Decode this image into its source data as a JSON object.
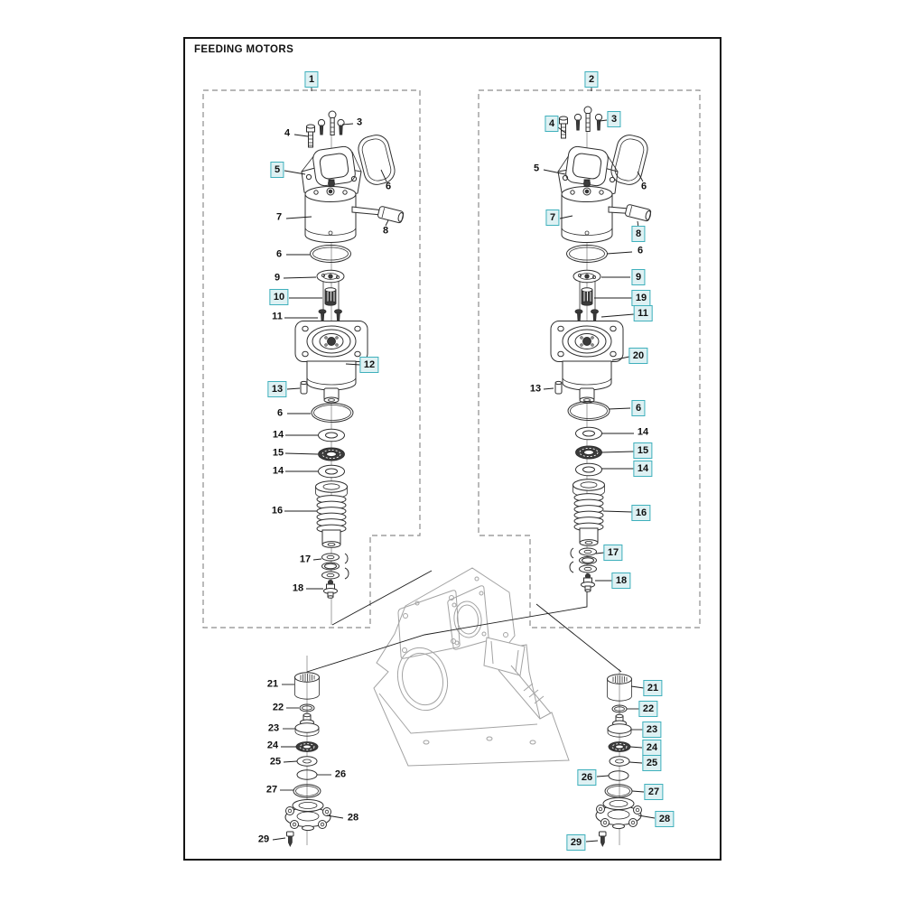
{
  "title": "FEEDING MOTORS",
  "colors": {
    "highlight_border": "#3fb0bc",
    "highlight_fill": "#def1f3",
    "drawing_line": "#2e2e2e",
    "housing_line": "#a3a3a3",
    "frame": "#141414"
  },
  "assembly1": {
    "box_label": "1",
    "callouts": [
      {
        "n": "4",
        "hl": false
      },
      {
        "n": "3",
        "hl": false
      },
      {
        "n": "5",
        "hl": true
      },
      {
        "n": "6",
        "hl": false
      },
      {
        "n": "7",
        "hl": false
      },
      {
        "n": "8",
        "hl": false
      },
      {
        "n": "6",
        "hl": false
      },
      {
        "n": "9",
        "hl": false
      },
      {
        "n": "10",
        "hl": true
      },
      {
        "n": "11",
        "hl": false
      },
      {
        "n": "12",
        "hl": true
      },
      {
        "n": "13",
        "hl": true
      },
      {
        "n": "6",
        "hl": false
      },
      {
        "n": "14",
        "hl": false
      },
      {
        "n": "15",
        "hl": false
      },
      {
        "n": "14",
        "hl": false
      },
      {
        "n": "16",
        "hl": false
      },
      {
        "n": "17",
        "hl": false
      },
      {
        "n": "18",
        "hl": false
      }
    ]
  },
  "assembly2": {
    "box_label": "2",
    "callouts": [
      {
        "n": "4",
        "hl": true
      },
      {
        "n": "3",
        "hl": true
      },
      {
        "n": "5",
        "hl": false
      },
      {
        "n": "6",
        "hl": false
      },
      {
        "n": "7",
        "hl": true
      },
      {
        "n": "8",
        "hl": true
      },
      {
        "n": "6",
        "hl": false
      },
      {
        "n": "9",
        "hl": true
      },
      {
        "n": "19",
        "hl": true
      },
      {
        "n": "11",
        "hl": true
      },
      {
        "n": "20",
        "hl": true
      },
      {
        "n": "13",
        "hl": false
      },
      {
        "n": "6",
        "hl": true
      },
      {
        "n": "14",
        "hl": false
      },
      {
        "n": "15",
        "hl": true
      },
      {
        "n": "14",
        "hl": true
      },
      {
        "n": "16",
        "hl": true
      },
      {
        "n": "17",
        "hl": true
      },
      {
        "n": "18",
        "hl": true
      }
    ]
  },
  "bottom_left_stack": {
    "callouts": [
      {
        "n": "21",
        "hl": false
      },
      {
        "n": "22",
        "hl": false
      },
      {
        "n": "23",
        "hl": false
      },
      {
        "n": "24",
        "hl": false
      },
      {
        "n": "25",
        "hl": false
      },
      {
        "n": "26",
        "hl": false
      },
      {
        "n": "27",
        "hl": false
      },
      {
        "n": "28",
        "hl": false
      },
      {
        "n": "29",
        "hl": false
      }
    ]
  },
  "bottom_right_stack": {
    "callouts": [
      {
        "n": "21",
        "hl": true
      },
      {
        "n": "22",
        "hl": true
      },
      {
        "n": "23",
        "hl": true
      },
      {
        "n": "24",
        "hl": true
      },
      {
        "n": "25",
        "hl": true
      },
      {
        "n": "26",
        "hl": true
      },
      {
        "n": "27",
        "hl": true
      },
      {
        "n": "28",
        "hl": true
      },
      {
        "n": "29",
        "hl": true
      }
    ]
  }
}
